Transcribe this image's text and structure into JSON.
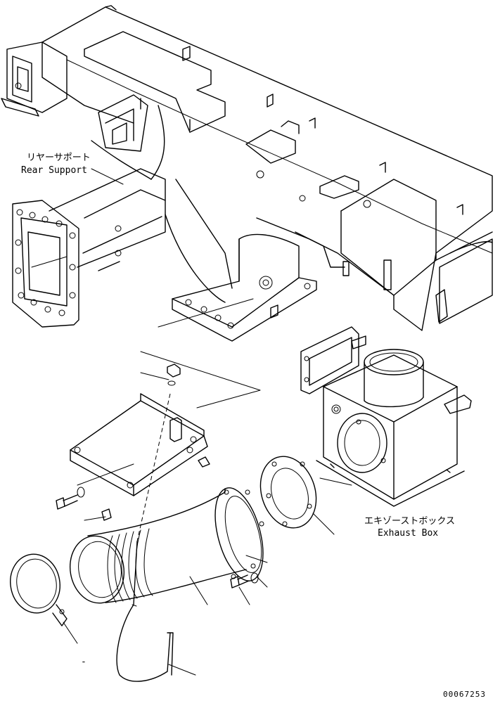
{
  "labels": {
    "rear_support_jp": "リヤーサポート",
    "rear_support_en": "Rear Support",
    "exhaust_box_jp": "エキゾーストボックス",
    "exhaust_box_en": "Exhaust Box",
    "drawing_number": "00067253"
  }
}
